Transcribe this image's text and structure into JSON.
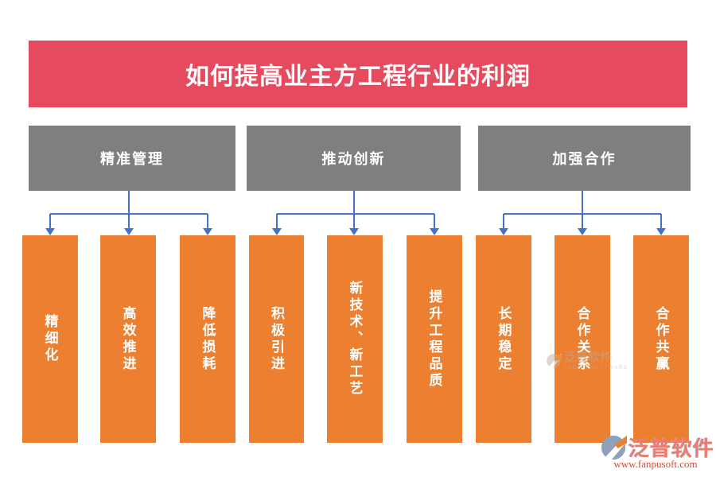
{
  "title": {
    "text": "如何提高业主方工程行业的利润"
  },
  "groups": [
    {
      "label": "精准管理",
      "children": [
        "精细化",
        "高效推进",
        "降低损耗"
      ]
    },
    {
      "label": "推动创新",
      "children": [
        "积极引进",
        "新技术、新工艺",
        "提升工程品质"
      ]
    },
    {
      "label": "加强合作",
      "children": [
        "长期稳定",
        "合作关系",
        "合作共赢"
      ]
    }
  ],
  "watermark": {
    "name": "泛普软件",
    "subtitle": "FANPU SOFTWARE"
  },
  "logo": {
    "name": "泛普软件",
    "url": "www.fanpusoft.com"
  },
  "colors": {
    "banner": "#e54a5f",
    "category_box": "#7f7f7f",
    "item_bar": "#ec8030",
    "connector": "#4472c4",
    "logo_text": "#ec7b6e",
    "logo_url": "#e0432e"
  }
}
